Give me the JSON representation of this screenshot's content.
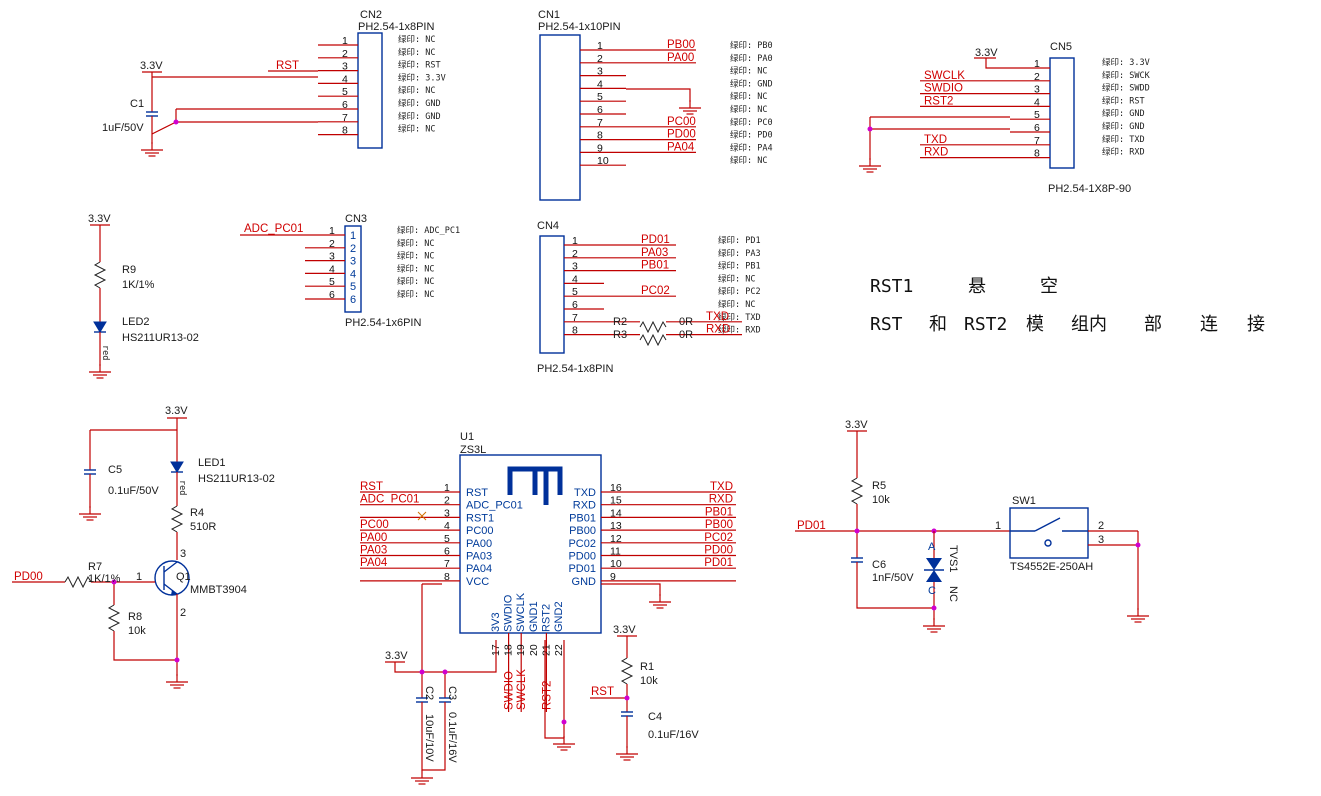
{
  "connectors": {
    "cn2": {
      "ref": "CN2",
      "part": "PH2.54-1x8PIN",
      "pins": [
        "1",
        "2",
        "3",
        "4",
        "5",
        "6",
        "7",
        "8"
      ],
      "notes": [
        "绿印: NC",
        "绿印: NC",
        "绿印: RST",
        "绿印: 3.3V",
        "绿印: NC",
        "绿印: GND",
        "绿印: GND",
        "绿印: NC"
      ]
    },
    "cn1": {
      "ref": "CN1",
      "part": "PH2.54-1x10PIN",
      "pins": [
        "1",
        "2",
        "3",
        "4",
        "5",
        "6",
        "7",
        "8",
        "9",
        "10"
      ],
      "nets": [
        "PB00",
        "PA00",
        "",
        "",
        "",
        "",
        "PC00",
        "PD00",
        "PA04",
        ""
      ],
      "notes": [
        "绿印: PB0",
        "绿印: PA0",
        "绿印: NC",
        "绿印: GND",
        "绿印: NC",
        "绿印: NC",
        "绿印: PC0",
        "绿印: PD0",
        "绿印: PA4",
        "绿印: NC"
      ]
    },
    "cn5": {
      "ref": "CN5",
      "part": "PH2.54-1X8P-90",
      "pins": [
        "1",
        "2",
        "3",
        "4",
        "5",
        "6",
        "7",
        "8"
      ],
      "nets": [
        "",
        "SWCLK",
        "SWDIO",
        "RST2",
        "",
        "",
        "TXD",
        "RXD"
      ],
      "notes": [
        "绿印: 3.3V",
        "绿印: SWCK",
        "绿印: SWDD",
        "绿印: RST",
        "绿印: GND",
        "绿印: GND",
        "绿印: TXD",
        "绿印: RXD"
      ]
    },
    "cn3": {
      "ref": "CN3",
      "part": "PH2.54-1x6PIN",
      "pins": [
        "1",
        "2",
        "3",
        "4",
        "5",
        "6"
      ],
      "net1": "ADC_PC01",
      "notes": [
        "绿印: ADC_PC1",
        "绿印: NC",
        "绿印: NC",
        "绿印: NC",
        "绿印: NC",
        "绿印: NC"
      ]
    },
    "cn4": {
      "ref": "CN4",
      "part": "PH2.54-1x8PIN",
      "pins": [
        "1",
        "2",
        "3",
        "4",
        "5",
        "6",
        "7",
        "8"
      ],
      "nets": [
        "PD01",
        "PA03",
        "PB01",
        "",
        "PC02",
        "",
        "TXD",
        "RXD"
      ],
      "notes": [
        "绿印: PD1",
        "绿印: PA3",
        "绿印: PB1",
        "绿印: NC",
        "绿印: PC2",
        "绿印: NC",
        "绿印: TXD",
        "绿印: RXD"
      ]
    }
  },
  "components": {
    "c1": {
      "ref": "C1",
      "value": "1uF/50V"
    },
    "r9": {
      "ref": "R9",
      "value": "1K/1%"
    },
    "led2": {
      "ref": "LED2",
      "value": "HS211UR13-02",
      "color": "red"
    },
    "r2": {
      "ref": "R2",
      "value": "0R"
    },
    "r3": {
      "ref": "R3",
      "value": "0R"
    },
    "c5": {
      "ref": "C5",
      "value": "0.1uF/50V"
    },
    "led1": {
      "ref": "LED1",
      "value": "HS211UR13-02",
      "color": "red"
    },
    "r4": {
      "ref": "R4",
      "value": "510R"
    },
    "q1": {
      "ref": "Q1",
      "value": "MMBT3904",
      "pins": [
        "1",
        "2",
        "3"
      ]
    },
    "r7": {
      "ref": "R7",
      "value": "1K/1%"
    },
    "r8": {
      "ref": "R8",
      "value": "10k"
    },
    "c2": {
      "ref": "C2",
      "value": "10uF/10V"
    },
    "c3": {
      "ref": "C3",
      "value": "0.1uF/16V"
    },
    "r1": {
      "ref": "R1",
      "value": "10k"
    },
    "c4": {
      "ref": "C4",
      "value": "0.1uF/16V"
    },
    "r5": {
      "ref": "R5",
      "value": "10k"
    },
    "c6": {
      "ref": "C6",
      "value": "1nF/50V"
    },
    "tvs1": {
      "ref": "TVS1",
      "value": "NC",
      "pin_a": "A",
      "pin_c": "C"
    },
    "sw1": {
      "ref": "SW1",
      "value": "TS4552E-250AH",
      "pins": [
        "1",
        "2",
        "3"
      ]
    }
  },
  "u1": {
    "ref": "U1",
    "part": "ZS3L",
    "left_pins": [
      {
        "num": "1",
        "name": "RST",
        "net": "RST"
      },
      {
        "num": "2",
        "name": "ADC_PC01",
        "net": "ADC_PC01"
      },
      {
        "num": "3",
        "name": "RST1",
        "net": ""
      },
      {
        "num": "4",
        "name": "PC00",
        "net": "PC00"
      },
      {
        "num": "5",
        "name": "PA00",
        "net": "PA00"
      },
      {
        "num": "6",
        "name": "PA03",
        "net": "PA03"
      },
      {
        "num": "7",
        "name": "PA04",
        "net": "PA04"
      },
      {
        "num": "8",
        "name": "VCC",
        "net": ""
      }
    ],
    "right_pins": [
      {
        "num": "16",
        "name": "TXD",
        "net": "TXD"
      },
      {
        "num": "15",
        "name": "RXD",
        "net": "RXD"
      },
      {
        "num": "14",
        "name": "PB01",
        "net": "PB01"
      },
      {
        "num": "13",
        "name": "PB00",
        "net": "PB00"
      },
      {
        "num": "12",
        "name": "PC02",
        "net": "PC02"
      },
      {
        "num": "11",
        "name": "PD00",
        "net": "PD00"
      },
      {
        "num": "10",
        "name": "PD01",
        "net": "PD01"
      },
      {
        "num": "9",
        "name": "GND",
        "net": ""
      }
    ],
    "bottom_pins": [
      {
        "num": "17",
        "name": "3V3",
        "net": ""
      },
      {
        "num": "18",
        "name": "SWDIO",
        "net": "SWDIO"
      },
      {
        "num": "19",
        "name": "SWCLK",
        "net": "SWCLK"
      },
      {
        "num": "20",
        "name": "GND1",
        "net": ""
      },
      {
        "num": "21",
        "name": "RST2",
        "net": "RST2"
      },
      {
        "num": "22",
        "name": "GND2",
        "net": ""
      }
    ]
  },
  "nets": {
    "vcc": "3.3V",
    "rst": "RST",
    "pd00": "PD00",
    "pd01": "PD01"
  },
  "notes": {
    "line1_a": "RST1",
    "line1_b": "悬",
    "line1_c": "空",
    "line2": [
      "RST",
      "和",
      "RST2",
      "模",
      "组内",
      "部",
      "连",
      "接"
    ]
  }
}
